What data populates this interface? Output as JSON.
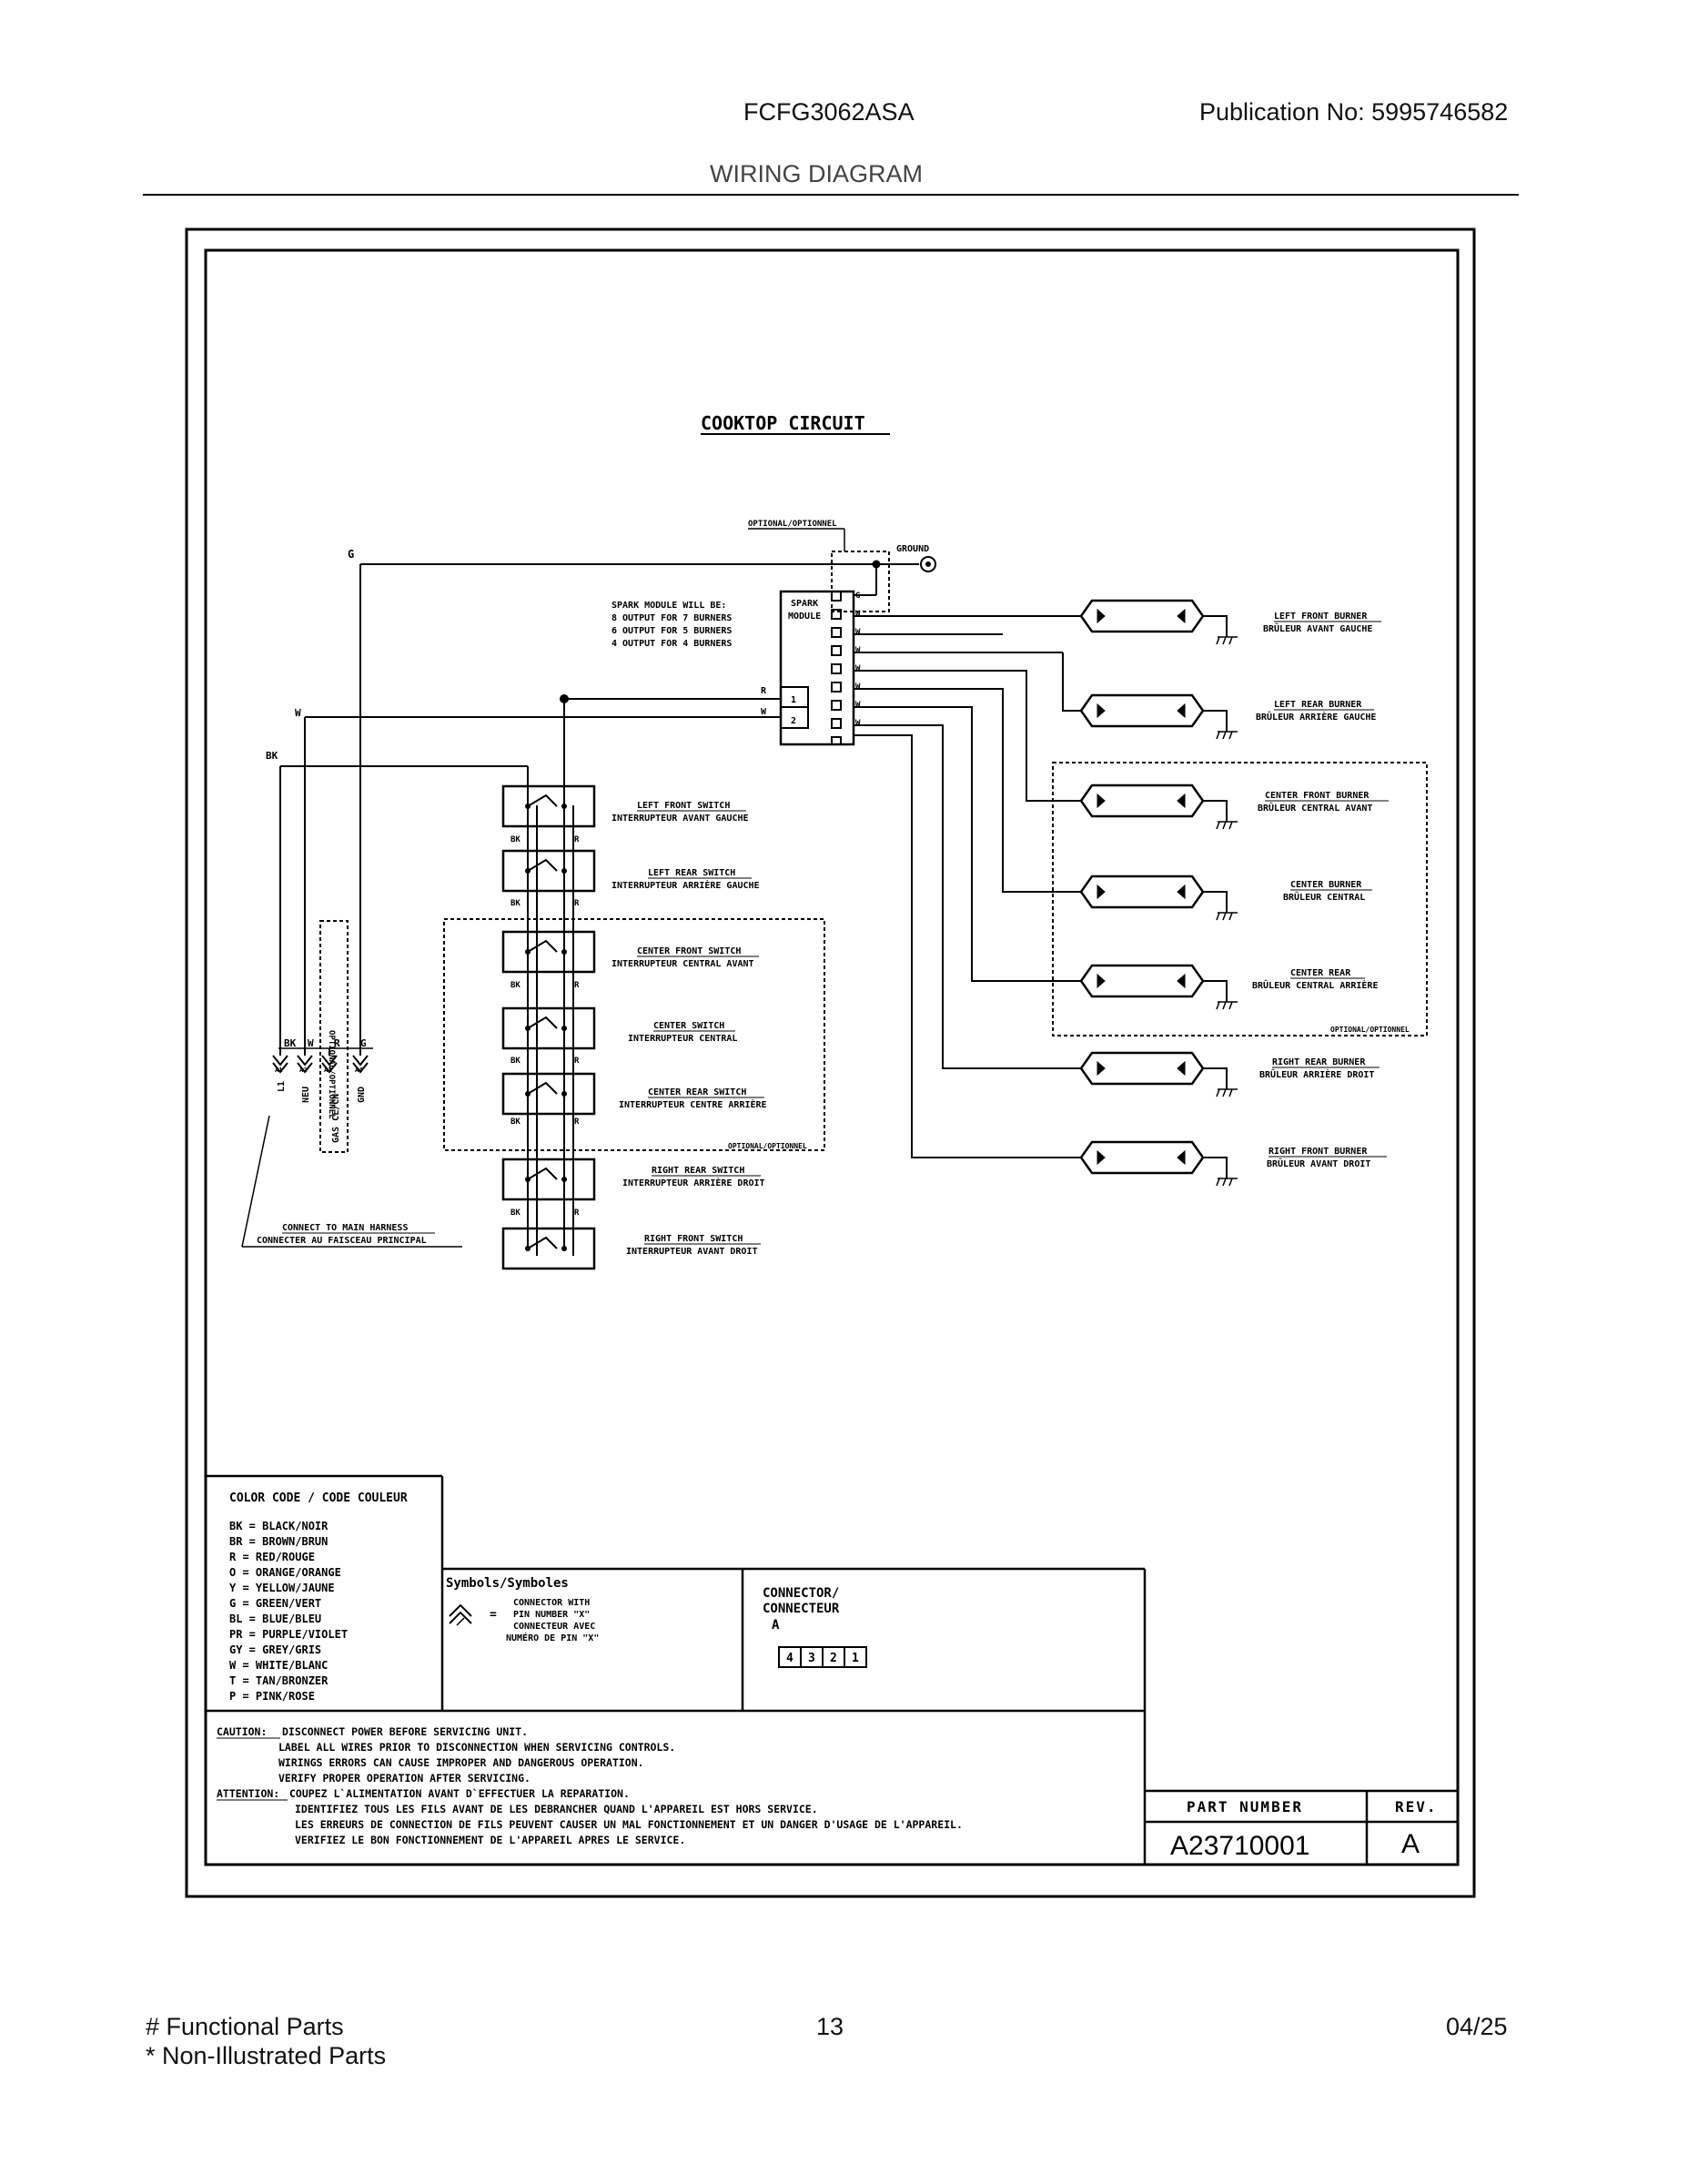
{
  "header": {
    "model": "FCFG3062ASA",
    "publication": "Publication No:  5995746582",
    "section_title": "WIRING DIAGRAM"
  },
  "diagram": {
    "title": "COOKTOP CIRCUIT",
    "optional_top": "OPTIONAL/OPTIONNEL",
    "ground": "GROUND",
    "wire_G": "G",
    "wire_W": "W",
    "wire_BK": "BK",
    "wire_R": "R",
    "spark_note": [
      "SPARK MODULE WILL BE:",
      "8 OUTPUT FOR 7 BURNERS",
      "6 OUTPUT FOR 5 BURNERS",
      "4 OUTPUT FOR 4 BURNERS"
    ],
    "spark_module": [
      "SPARK",
      "MODULE"
    ],
    "terminal_1": "1",
    "terminal_2": "2",
    "switches": [
      {
        "en": "LEFT FRONT SWITCH",
        "fr": "INTERRUPTEUR AVANT GAUCHE"
      },
      {
        "en": "LEFT REAR SWITCH",
        "fr": "INTERRUPTEUR ARRIÈRE GAUCHE"
      },
      {
        "en": "CENTER FRONT SWITCH",
        "fr": "INTERRUPTEUR CENTRAL AVANT"
      },
      {
        "en": "CENTER SWITCH",
        "fr": "INTERRUPTEUR CENTRAL"
      },
      {
        "en": "CENTER REAR SWITCH",
        "fr": "INTERRUPTEUR CENTRE ARRIÈRE"
      },
      {
        "en": "RIGHT REAR SWITCH",
        "fr": "INTERRUPTEUR ARRIÈRE DROIT"
      },
      {
        "en": "RIGHT FRONT SWITCH",
        "fr": "INTERRUPTEUR AVANT DROIT"
      }
    ],
    "burners": [
      {
        "en": "LEFT FRONT BURNER",
        "fr": "BRÛLEUR AVANT GAUCHE"
      },
      {
        "en": "LEFT REAR BURNER",
        "fr": "BRÛLEUR ARRIÈRE GAUCHE"
      },
      {
        "en": "CENTER FRONT BURNER",
        "fr": "BRÛLEUR CENTRAL AVANT"
      },
      {
        "en": "CENTER BURNER",
        "fr": "BRÛLEUR CENTRAL"
      },
      {
        "en": "CENTER REAR",
        "fr": "BRÛLEUR CENTRAL ARRIÈRE"
      },
      {
        "en": "RIGHT REAR BURNER",
        "fr": "BRÛLEUR ARRIÈRE DROIT"
      },
      {
        "en": "RIGHT FRONT BURNER",
        "fr": "BRÛLEUR AVANT DROIT"
      }
    ],
    "optional": "OPTIONAL/OPTIONNEL",
    "connector_labels": [
      "L1",
      "NEU",
      "GAS CL/CN",
      "GND"
    ],
    "connector_pins": [
      "A1",
      "A2",
      "A3",
      "A4"
    ],
    "connector_optional": "OPTIONAL/OPTIONNEL",
    "main_harness": [
      "CONNECT TO MAIN HARNESS",
      "CONNECTER AU FAISCEAU PRINCIPAL"
    ]
  },
  "color_code": {
    "title": "COLOR CODE / CODE COULEUR",
    "items": [
      "BK = BLACK/NOIR",
      "BR = BROWN/BRUN",
      "R  = RED/ROUGE",
      "O  = ORANGE/ORANGE",
      "Y  = YELLOW/JAUNE",
      "G  = GREEN/VERT",
      "BL = BLUE/BLEU",
      "PR = PURPLE/VIOLET",
      "GY = GREY/GRIS",
      "W  = WHITE/BLANC",
      "T  = TAN/BRONZER",
      "P  = PINK/ROSE"
    ]
  },
  "symbols": {
    "title": "Symbols/Symboles",
    "eq": "=",
    "desc": [
      "CONNECTOR WITH",
      "PIN NUMBER \"X\"",
      "CONNECTEUR AVEC",
      "NUMÉRO DE PIN \"X\""
    ]
  },
  "connector": {
    "title": [
      "CONNECTOR/",
      "CONNECTEUR"
    ],
    "letter": "A",
    "pins": [
      "4",
      "3",
      "2",
      "1"
    ]
  },
  "caution": {
    "label": "CAUTION:",
    "lines": [
      "DISCONNECT POWER BEFORE SERVICING UNIT.",
      "LABEL ALL WIRES PRIOR TO DISCONNECTION WHEN SERVICING CONTROLS.",
      "WIRINGS ERRORS CAN CAUSE IMPROPER AND DANGEROUS OPERATION.",
      "VERIFY PROPER OPERATION AFTER SERVICING."
    ]
  },
  "attention": {
    "label": "ATTENTION:",
    "lines": [
      "COUPEZ L`ALIMENTATION AVANT D`EFFECTUER LA REPARATION.",
      "IDENTIFIEZ TOUS LES FILS AVANT DE LES DEBRANCHER QUAND L'APPAREIL EST HORS SERVICE.",
      "LES ERREURS DE CONNECTION DE FILS PEUVENT CAUSER UN MAL FONCTIONNEMENT ET UN DANGER D'USAGE DE L'APPAREIL.",
      "VERIFIEZ LE BON FONCTIONNEMENT DE L'APPAREIL APRES LE SERVICE."
    ]
  },
  "part": {
    "label": "PART NUMBER",
    "rev_label": "REV.",
    "number": "A23710001",
    "rev": "A"
  },
  "footer": {
    "functional": "# Functional Parts",
    "non_illustrated": "* Non-Illustrated Parts",
    "page": "13",
    "date": "04/25"
  }
}
